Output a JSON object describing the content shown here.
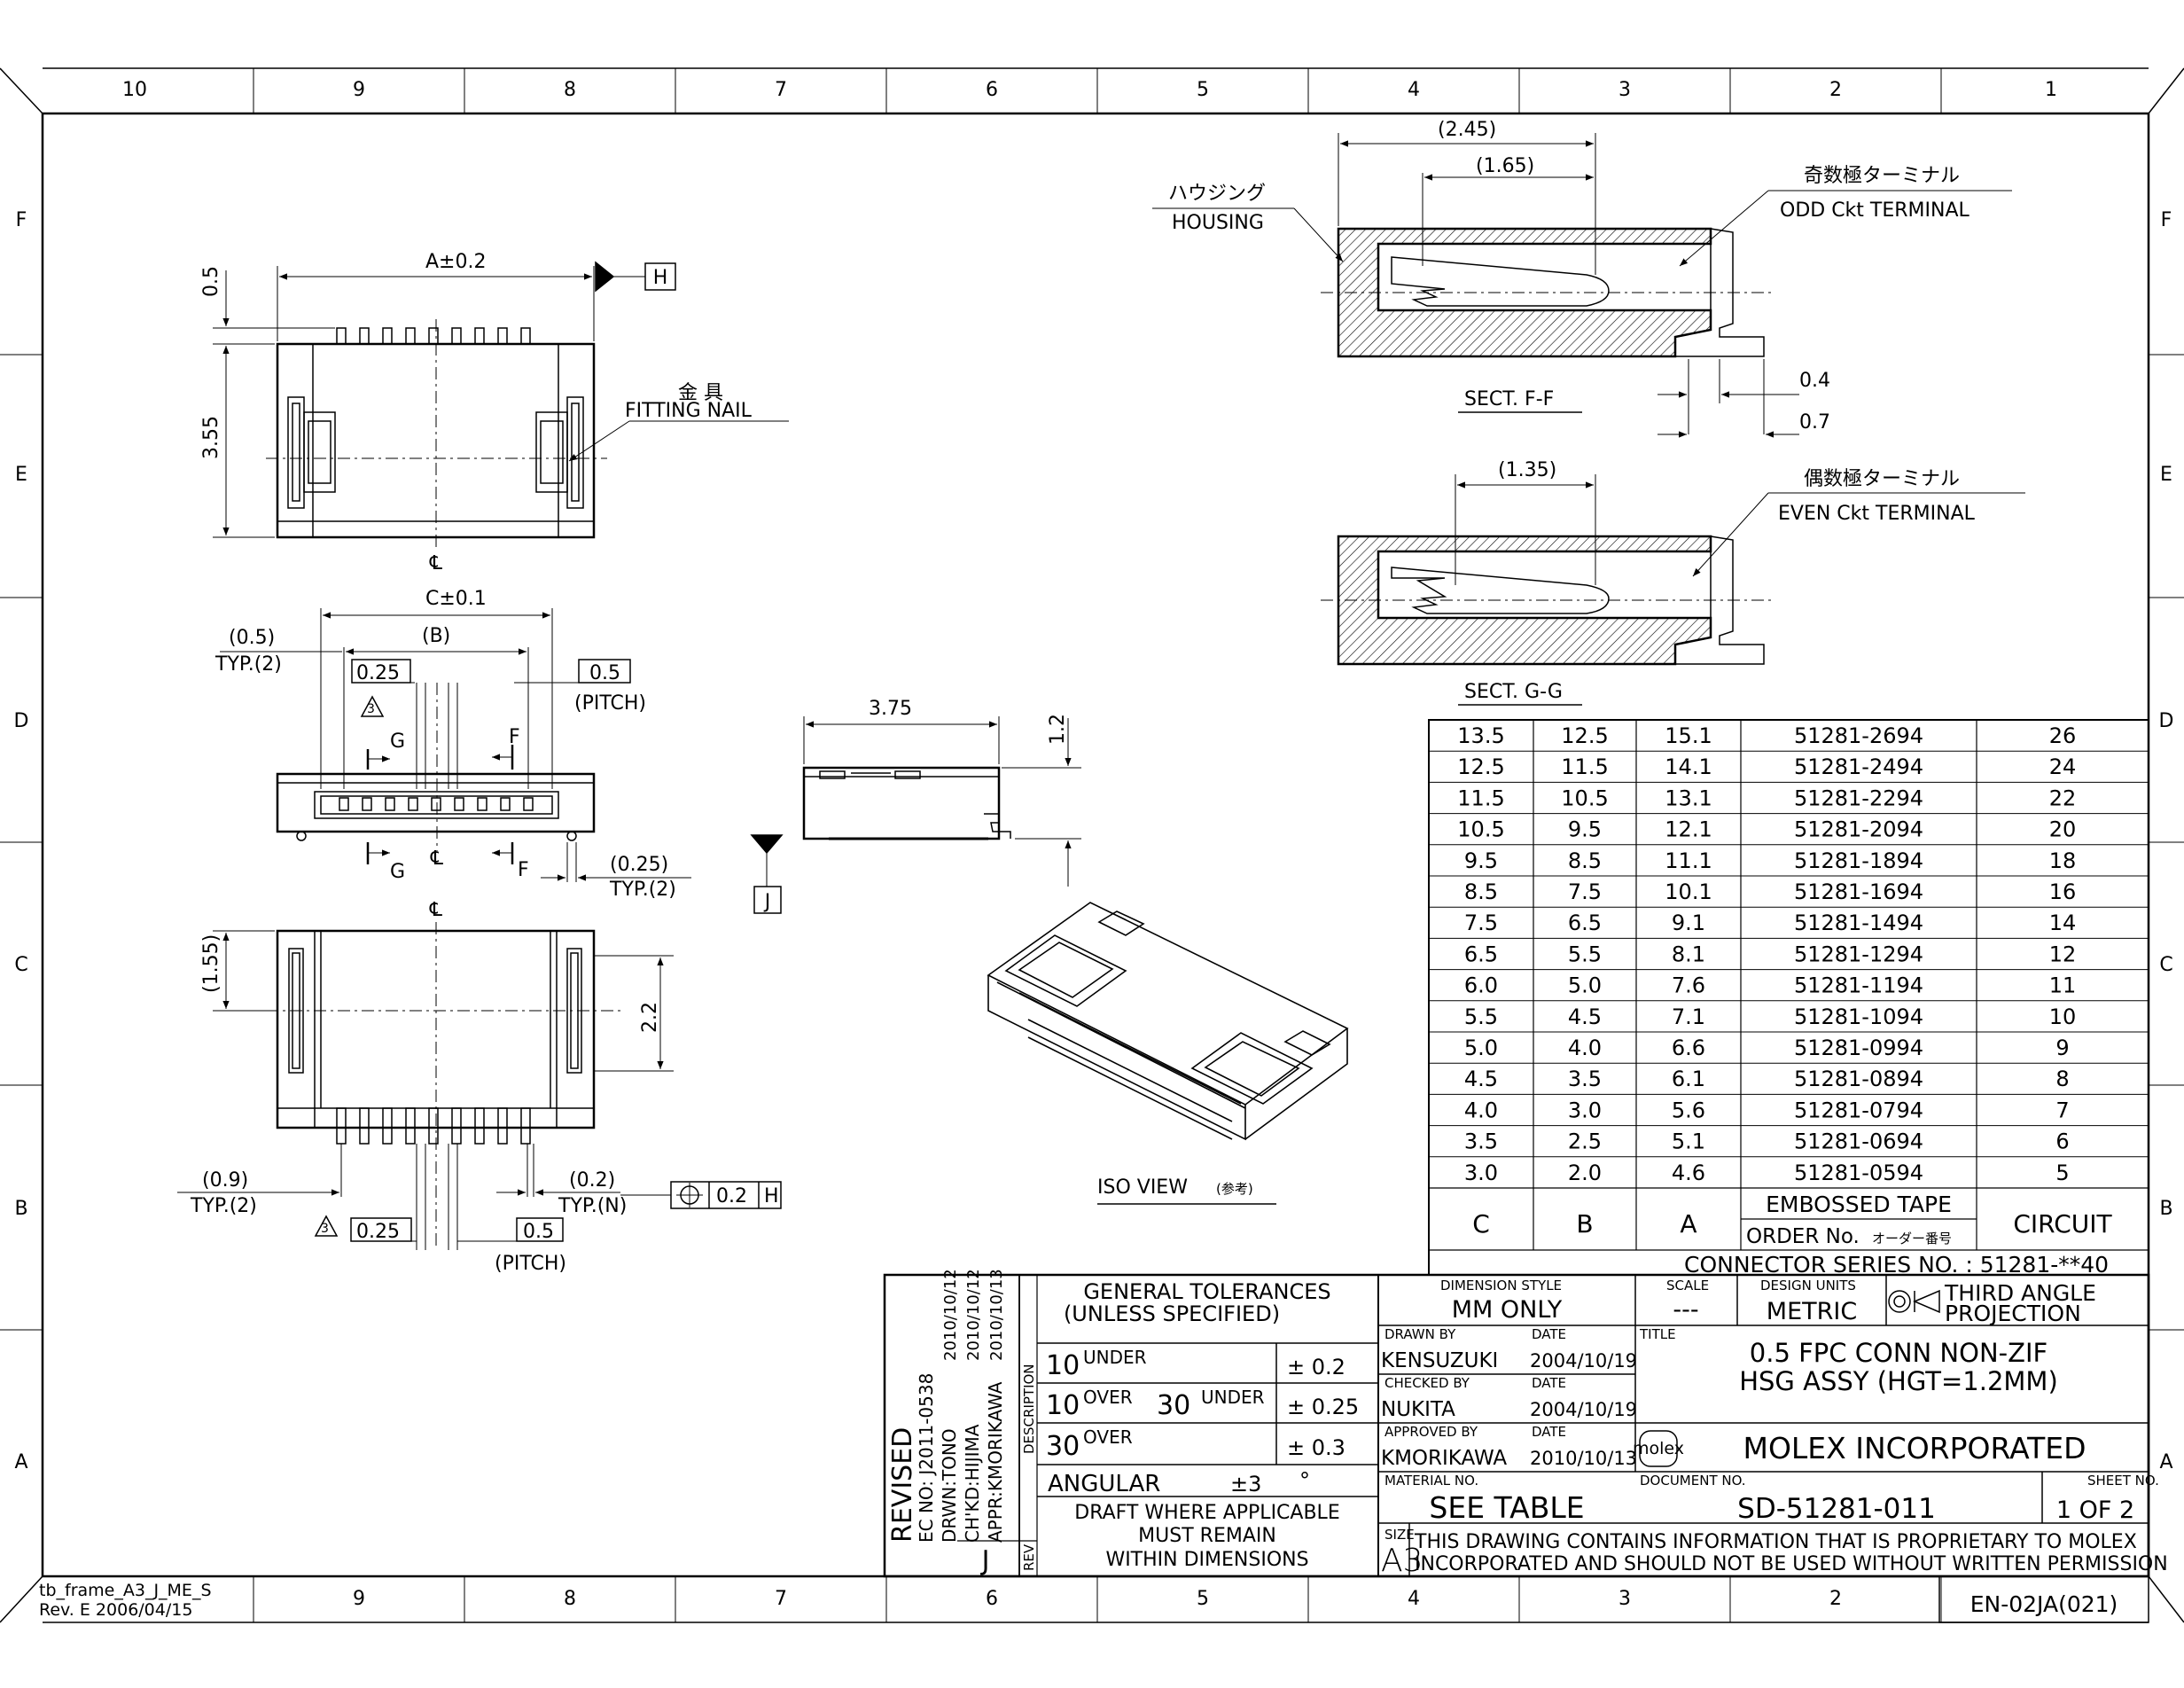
{
  "frame": {
    "columns_top": [
      "10",
      "9",
      "8",
      "7",
      "6",
      "5",
      "4",
      "3",
      "2",
      "1"
    ],
    "columns_bottom": [
      "9",
      "8",
      "7",
      "6",
      "5",
      "4",
      "3",
      "2"
    ],
    "rows": [
      "F",
      "E",
      "D",
      "C",
      "B",
      "A"
    ],
    "frame_id_line1": "tb_frame_A3_J_ME_S",
    "frame_id_line2": "Rev. E 2006/04/15",
    "doc_code": "EN-02JA(021)"
  },
  "top_view": {
    "dim_a": "A±0.2",
    "dim_05": "0.5",
    "dim_355": "3.55",
    "datum_h": "H",
    "fitting_nail_jp": "金 具",
    "fitting_nail": "FITTING NAIL",
    "centerline": "℄"
  },
  "front_view": {
    "dim_c": "C±0.1",
    "dim_b": "(B)",
    "typ_05": "(0.5)",
    "typ2": "TYP.(2)",
    "box_025": "0.25",
    "box_05": "0.5",
    "pitch": "(PITCH)",
    "note3": "3",
    "g": "G",
    "f": "F",
    "centerline": "℄",
    "dim_025_typ": "(0.25)",
    "typ2b": "TYP.(2)"
  },
  "side_view": {
    "dim_375": "3.75",
    "dim_12": "1.2",
    "datum_j": "J"
  },
  "bottom_view": {
    "centerline": "℄",
    "dim_155": "(1.55)",
    "dim_22": "2.2",
    "dim_09": "(0.9)",
    "typ2": "TYP.(2)",
    "dim_02": "(0.2)",
    "typn": "TYP.(N)",
    "fcf_tol": "0.2",
    "fcf_datum": "H",
    "note3": "3",
    "box_025": "0.25",
    "box_05": "0.5",
    "pitch": "(PITCH)"
  },
  "iso_view": {
    "label": "ISO VIEW",
    "label_jp": "(参考)"
  },
  "section_ff": {
    "dim_245": "(2.45)",
    "dim_165": "(1.65)",
    "housing_jp": "ハウジング",
    "housing": "HOUSING",
    "odd_jp": "奇数極ターミナル",
    "odd": "ODD Ckt TERMINAL",
    "dim_04": "0.4",
    "dim_07": "0.7",
    "title": "SECT. F-F"
  },
  "section_gg": {
    "dim_135": "(1.35)",
    "even_jp": "偶数極ターミナル",
    "even": "EVEN Ckt TERMINAL",
    "title": "SECT. G-G"
  },
  "circuit_table": {
    "headers": {
      "c": "C",
      "b": "B",
      "a": "A",
      "tape": "EMBOSSED TAPE",
      "order": "ORDER No.",
      "order_jp": "オーダー番号",
      "circuit": "CIRCUIT"
    },
    "series": "CONNECTOR SERIES NO. : 51281-**40",
    "rows": [
      [
        "13.5",
        "12.5",
        "15.1",
        "51281-2694",
        "26"
      ],
      [
        "12.5",
        "11.5",
        "14.1",
        "51281-2494",
        "24"
      ],
      [
        "11.5",
        "10.5",
        "13.1",
        "51281-2294",
        "22"
      ],
      [
        "10.5",
        "9.5",
        "12.1",
        "51281-2094",
        "20"
      ],
      [
        "9.5",
        "8.5",
        "11.1",
        "51281-1894",
        "18"
      ],
      [
        "8.5",
        "7.5",
        "10.1",
        "51281-1694",
        "16"
      ],
      [
        "7.5",
        "6.5",
        "9.1",
        "51281-1494",
        "14"
      ],
      [
        "6.5",
        "5.5",
        "8.1",
        "51281-1294",
        "12"
      ],
      [
        "6.0",
        "5.0",
        "7.6",
        "51281-1194",
        "11"
      ],
      [
        "5.5",
        "4.5",
        "7.1",
        "51281-1094",
        "10"
      ],
      [
        "5.0",
        "4.0",
        "6.6",
        "51281-0994",
        "9"
      ],
      [
        "4.5",
        "3.5",
        "6.1",
        "51281-0894",
        "8"
      ],
      [
        "4.0",
        "3.0",
        "5.6",
        "51281-0794",
        "7"
      ],
      [
        "3.5",
        "2.5",
        "5.1",
        "51281-0694",
        "6"
      ],
      [
        "3.0",
        "2.0",
        "4.6",
        "51281-0594",
        "5"
      ]
    ]
  },
  "revision": {
    "title": "REVISED",
    "ec": "EC NO: J2011-0538",
    "drwn": "DRWN:TONO",
    "chkd": "CH'KD:HIJIMA",
    "appr": "APPR:KMORIKAWA",
    "d1": "2010/10/12",
    "d2": "2010/10/12",
    "d3": "2010/10/13",
    "description": "DESCRIPTION",
    "rev_label": "REV",
    "rev": "J"
  },
  "tolerances": {
    "title1": "GENERAL TOLERANCES",
    "title2": "(UNLESS SPECIFIED)",
    "r1_a": "10",
    "r1_b": "UNDER",
    "r1_tol": "± 0.2",
    "r2_a": "10",
    "r2_b": "OVER",
    "r2_c": "30",
    "r2_d": "UNDER",
    "r2_tol": "± 0.25",
    "r3_a": "30",
    "r3_b": "OVER",
    "r3_tol": "± 0.3",
    "angular": "ANGULAR",
    "angular_tol": "±3",
    "deg": "°",
    "draft1": "DRAFT WHERE APPLICABLE",
    "draft2": "MUST REMAIN",
    "draft3": "WITHIN DIMENSIONS"
  },
  "title_block": {
    "dim_style_label": "DIMENSION STYLE",
    "dim_style": "MM ONLY",
    "scale_label": "SCALE",
    "scale": "---",
    "units_label": "DESIGN UNITS",
    "units": "METRIC",
    "projection1": "THIRD ANGLE",
    "projection2": "PROJECTION",
    "drawn_label": "DRAWN BY",
    "drawn_by": "KENSUZUKI",
    "drawn_date": "2004/10/19",
    "checked_label": "CHECKED BY",
    "checked_by": "NUKITA",
    "checked_date": "2004/10/19",
    "approved_label": "APPROVED BY",
    "approved_by": "KMORIKAWA",
    "approved_date": "2010/10/13",
    "date_label": "DATE",
    "title_label": "TITLE",
    "title1": "0.5 FPC CONN NON-ZIF",
    "title2": "HSG ASSY (HGT=1.2MM)",
    "logo": "molex",
    "company": "MOLEX INCORPORATED",
    "material_label": "MATERIAL NO.",
    "material": "SEE TABLE",
    "document_label": "DOCUMENT NO.",
    "document": "SD-51281-011",
    "sheet_label": "SHEET NO.",
    "sheet": "1 OF 2",
    "size_label": "SIZE",
    "size": "A3",
    "notice1": "THIS DRAWING CONTAINS INFORMATION THAT IS PROPRIETARY TO MOLEX",
    "notice2": "INCORPORATED AND SHOULD NOT BE USED WITHOUT WRITTEN PERMISSION"
  }
}
